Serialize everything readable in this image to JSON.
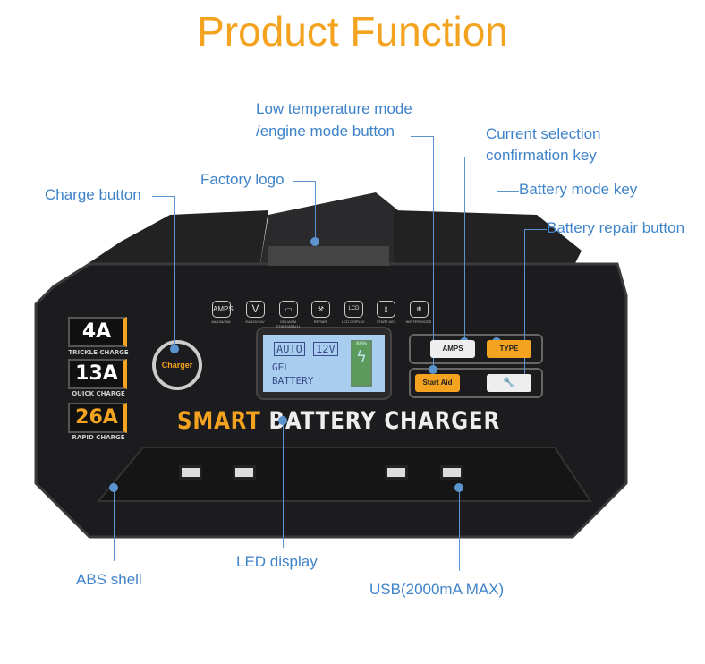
{
  "title": "Product Function",
  "callouts": {
    "low_temp": [
      "Low temperature mode",
      "/engine mode button"
    ],
    "current_selection": [
      "Current selection",
      "confirmation key"
    ],
    "battery_mode": "Battery mode key",
    "battery_repair": "Battery repair button",
    "factory_logo": "Factory logo",
    "charge_button": "Charge button",
    "abs_shell": "ABS shell",
    "led_display": "LED display",
    "usb": "USB(2000mA MAX)"
  },
  "device": {
    "amperages": [
      {
        "value": "4A",
        "label": "TRICKLE CHARGE"
      },
      {
        "value": "13A",
        "label": "QUICK CHARGE"
      },
      {
        "value": "26A",
        "label": "RAPID CHARGE"
      }
    ],
    "charger_logo": "Charger",
    "brand_text": {
      "smart": "SMART",
      "rest": "BATTERY  CHARGER"
    },
    "indicators": [
      {
        "icon": "AMPS",
        "label": "4A/13A/26A"
      },
      {
        "icon": "V",
        "label": "6V/12V/24V"
      },
      {
        "icon": "▭",
        "label": "GEL/AGM STANDARD(L)"
      },
      {
        "icon": "⚒",
        "label": "REPAIR"
      },
      {
        "icon": "LCD",
        "label": "LCD DISPLAY"
      },
      {
        "icon": "▯",
        "label": "START AID"
      },
      {
        "icon": "❄",
        "label": "WINTER MODE"
      }
    ],
    "lcd": {
      "mode": "AUTO",
      "voltage": "12V",
      "type_line1": "GEL",
      "type_line2": "BATTERY",
      "percent": "88%"
    },
    "buttons": {
      "amps": "AMPS",
      "type": "TYPE",
      "start_aid": "Start Aid",
      "repair": "🔧"
    },
    "colors": {
      "accent": "#f3a31f",
      "callout": "#3f83c9",
      "body": "#1c1c1e"
    }
  }
}
